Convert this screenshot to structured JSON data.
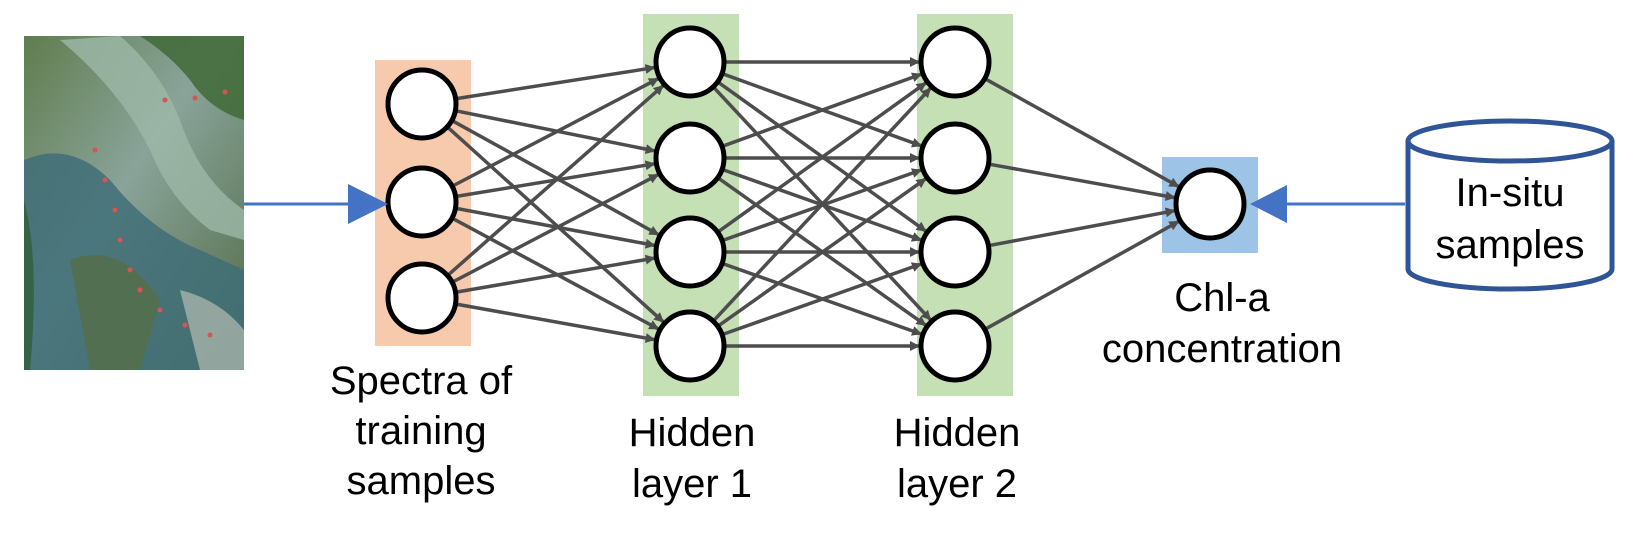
{
  "labels": {
    "input_line1": "Spectra of",
    "input_line2": "training",
    "input_line3": "samples",
    "hidden1_line1": "Hidden",
    "hidden1_line2": "layer 1",
    "hidden2_line1": "Hidden",
    "hidden2_line2": "layer 2",
    "output_line1": "Chl-a",
    "output_line2": "concentration",
    "db_line1": "In-situ",
    "db_line2": "samples"
  },
  "network": {
    "layers": [
      {
        "id": "input",
        "nodes": 3
      },
      {
        "id": "hidden1",
        "nodes": 4
      },
      {
        "id": "hidden2",
        "nodes": 4
      },
      {
        "id": "output",
        "nodes": 1
      }
    ],
    "fully_connected": true
  },
  "colors": {
    "input_band": "#f7c9ad",
    "hidden_band": "#c5e0b4",
    "output_band": "#9dc3e6",
    "connection": "#4d4d4d",
    "flow_arrow": "#4472c4",
    "database_outline": "#2f5597",
    "node_stroke": "#000000",
    "node_fill": "#ffffff"
  },
  "icons": {
    "satellite_image": "satellite-map-image",
    "database": "database-cylinder-icon"
  }
}
